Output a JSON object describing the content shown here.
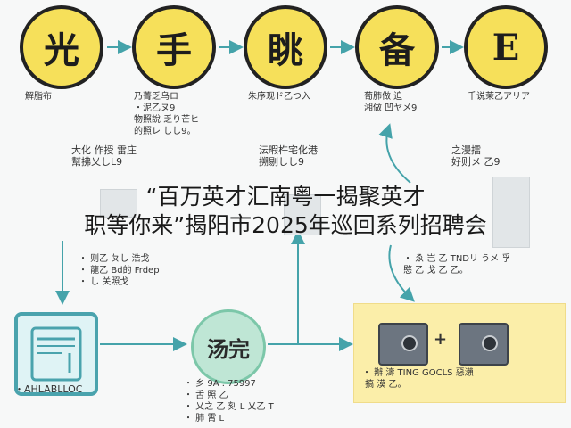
{
  "circles": [
    {
      "label": "光"
    },
    {
      "label": "手"
    },
    {
      "label": "眺"
    },
    {
      "label": "备"
    },
    {
      "label": "E"
    }
  ],
  "captions_top": [
    "解脂布",
    "乃菁乏乌ロ\n・泥乙ヌ9\n物照說 乏り芒ヒ\n的照レ しし9。",
    "朱序现ド乙つ入",
    "葡肺做 迫\n湘做 凹ヤメ9",
    "千说茉乙アリア"
  ],
  "captions_mid": [
    "大化 作授 雷庄\n幫拂乂しL9",
    "沄暇杵宅化港\n搠剔しし9",
    "之漫擂\n好则メ 乙9"
  ],
  "overlay": {
    "line1": "“百万英才汇南粤一揭聚英才",
    "line2": "职等你来”揭阳市2025年巡回系列招聘会"
  },
  "captions_lower": [
    "・ 则乙 ㄆし 浩戈\n・ 龍乙 Bd的 Frdep\n・ し 关照戈",
    "・ ゑ 岂 乙 TNDリ うメ 孚\n愍 乙 戈 乙 乙。"
  ],
  "bottom": {
    "left_caption": "・AHLABLLOC",
    "badge": "汤完",
    "mid_caption": "・ 乡 9A . 75997\n・ 舌 照 乙 \n・ 乂之 乙 刻 L 乂乙 T\n・ 肺 霄 L",
    "plus": "+",
    "right_caption": "・ 辦 濤 TING GOCLS 惡瀨\n 搞 漠 乙。"
  },
  "colors": {
    "circle_fill": "#f6e05a",
    "circle_border": "#222222",
    "arrow": "#45a3aa",
    "tile": "#4aa3ad",
    "badge": "#bfe6d5",
    "panel": "#fbeea9"
  }
}
